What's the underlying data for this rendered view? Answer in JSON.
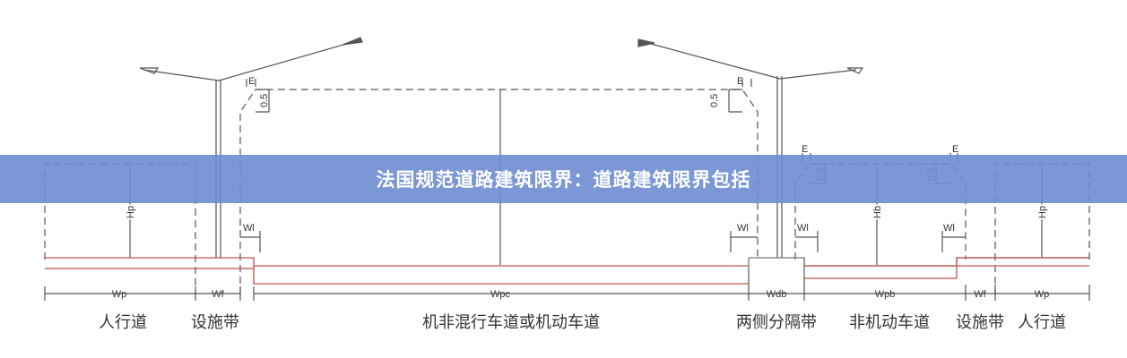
{
  "title": "法国规范道路建筑限界：道路建筑限界包括",
  "diagram": {
    "dims": {
      "wp": "Wp",
      "wf": "Wf",
      "wpc": "Wpc",
      "wdb": "Wdb",
      "wpb": "Wpb",
      "wl": "Wl",
      "hp": "Hp",
      "hb": "Hb",
      "e": "E",
      "half": "0.5"
    },
    "zones": {
      "sidewalk_left": "人行道",
      "facility_left": "设施带",
      "mixed_lane": "机非混行车道或机动车道",
      "divider": "两侧分隔带",
      "bike_lane": "非机动车道",
      "facility_right": "设施带",
      "sidewalk_right": "人行道"
    },
    "colors": {
      "banner": "#7b96d4",
      "curb": "#c0504d",
      "line": "#555555"
    }
  }
}
